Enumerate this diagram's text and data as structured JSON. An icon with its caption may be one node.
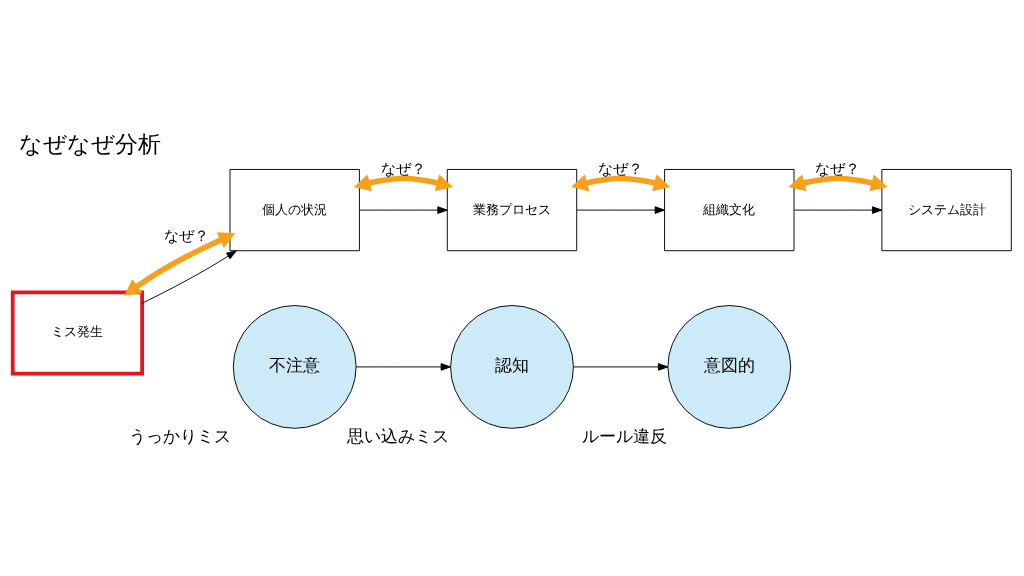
{
  "diagram": {
    "title": "なぜなぜ分析",
    "nodes": [
      {
        "text": [
          "ミス発生"
        ]
      },
      {
        "text": [
          "個人の状況"
        ]
      },
      {
        "text": [
          "業務プロセス"
        ]
      },
      {
        "text": [
          "組織文化"
        ]
      },
      {
        "text": [
          "システム設計"
        ]
      },
      {
        "text": [
          "不注意"
        ],
        "beside": [
          "うっかりミス"
        ]
      },
      {
        "text": [
          "認知"
        ],
        "beside": [
          "思い込みミス"
        ]
      },
      {
        "text": [
          "意図的"
        ],
        "beside": [
          "ルール違反"
        ]
      }
    ],
    "edges": [
      {
        "from": 0,
        "to": 1,
        "arrow": "both",
        "label": "なぜ？",
        "style": "thick",
        "color": "#f7a01a"
      },
      {
        "from": 1,
        "to": 2,
        "arrow": "both",
        "label": "なぜ？",
        "style": "thick",
        "color": "#f7a01a"
      },
      {
        "from": 2,
        "to": 3,
        "arrow": "both",
        "label": "なぜ？",
        "style": "thick",
        "color": "#f7a01a"
      },
      {
        "from": 3,
        "to": 4,
        "arrow": "both",
        "label": "なぜ？",
        "style": "thick",
        "color": "#f7a01a"
      },
      {
        "from": 0,
        "to": 1,
        "arrow": "to"
      },
      {
        "from": 1,
        "to": 2,
        "arrow": "to"
      },
      {
        "from": 2,
        "to": 3,
        "arrow": "to"
      },
      {
        "from": 3,
        "to": 4,
        "arrow": "to"
      },
      {
        "from": 5,
        "to": 6,
        "arrow": "to"
      },
      {
        "from": 6,
        "to": 7,
        "arrow": "to"
      }
    ]
  }
}
